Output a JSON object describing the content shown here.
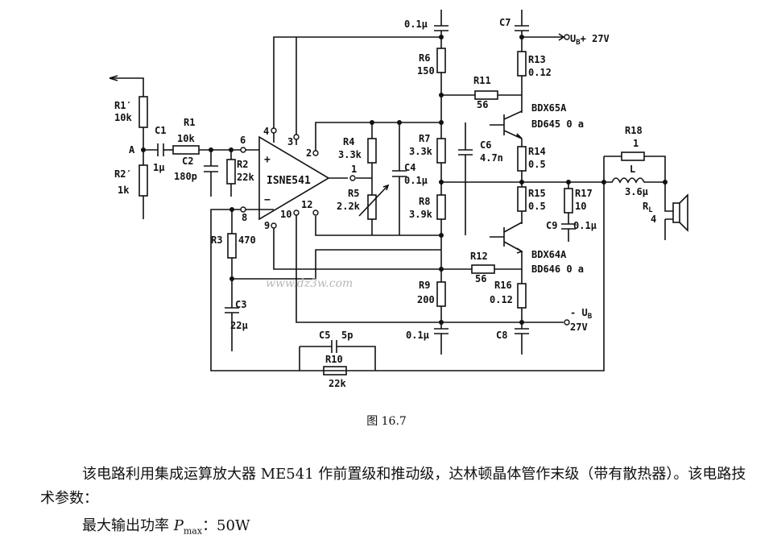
{
  "figure": {
    "caption": "图 16.7",
    "watermark": "www.dz3w.com"
  },
  "components": {
    "r1p": {
      "name": "R1′",
      "value": "10k"
    },
    "r2p": {
      "name": "R2′",
      "value": "1k"
    },
    "node_a": "A",
    "c1": {
      "name": "C1",
      "value": "1μ"
    },
    "r1": {
      "name": "R1",
      "value": "10k"
    },
    "c2": {
      "name": "C2",
      "value": "180p"
    },
    "r2": {
      "name": "R2",
      "value": "22k"
    },
    "r3": {
      "name": "R3",
      "value": "470"
    },
    "c3": {
      "name": "C3",
      "value": "22μ"
    },
    "r4": {
      "name": "R4",
      "value": "3.3k"
    },
    "r5": {
      "name": "R5",
      "value": "2.2k"
    },
    "c4": {
      "name": "C4",
      "value": "0.1μ"
    },
    "c5": {
      "name": "C5",
      "value": "5p"
    },
    "r10": {
      "name": "R10",
      "value": "22k"
    },
    "r6": {
      "name": "R6",
      "value": "150"
    },
    "r7": {
      "name": "R7",
      "value": "3.3k"
    },
    "r8": {
      "name": "R8",
      "value": "3.9k"
    },
    "r9": {
      "name": "R9",
      "value": "200"
    },
    "c_top": "0.1μ",
    "c_bot": "0.1μ",
    "c6": {
      "name": "C6",
      "value": "4.7n"
    },
    "r11": {
      "name": "R11",
      "value": "56"
    },
    "r12": {
      "name": "R12",
      "value": "56"
    },
    "c7": {
      "name": "C7"
    },
    "c8": {
      "name": "C8"
    },
    "r13": {
      "name": "R13",
      "value": "0.12"
    },
    "r14": {
      "name": "R14",
      "value": "0.5"
    },
    "r15": {
      "name": "R15",
      "value": "0.5"
    },
    "r16": {
      "name": "R16",
      "value": "0.12"
    },
    "r17": {
      "name": "R17",
      "value": "10"
    },
    "c9": {
      "name": "C9",
      "value": "0.1μ"
    },
    "r18": {
      "name": "R18",
      "value": "1"
    },
    "l": {
      "name": "L",
      "value": "3.6μ"
    },
    "rl": {
      "name": "R",
      "sub": "L",
      "value": "4"
    },
    "q_top": {
      "line1": "BDX65A",
      "line2": "BD645 0 a"
    },
    "q_bot": {
      "line1": "BDX64A",
      "line2": "BD646 0 a"
    },
    "opamp": {
      "name": "ISNE541",
      "plus": "+",
      "minus": "−"
    },
    "pins": [
      "4",
      "3",
      "6",
      "2",
      "1",
      "12",
      "8",
      "9",
      "10"
    ],
    "supply_pos": {
      "label": "U",
      "sub": "B",
      "value": "+ 27V"
    },
    "supply_neg": {
      "label": "- U",
      "sub": "B",
      "value": "27V"
    }
  },
  "text": {
    "para1": "该电路利用集成运算放大器 ME541 作前置级和推动级，达林顿晶体管作末级（带有散热器）。该电路技术参数：",
    "para2_prefix": "最大输出功率 ",
    "para2_symbol": "P",
    "para2_sub": "max",
    "para2_value": "：50W"
  }
}
